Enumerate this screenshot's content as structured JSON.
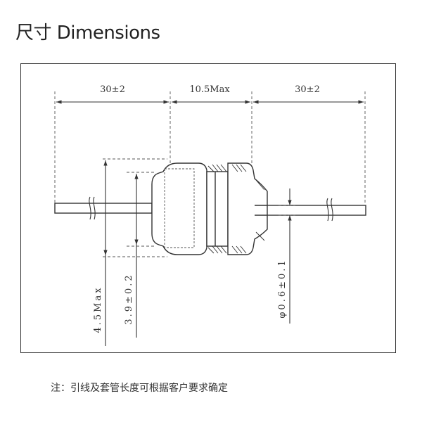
{
  "header": {
    "title": "尺寸 Dimensions"
  },
  "dimensions": {
    "lead_left": "30±2",
    "body_length": "10.5Max",
    "lead_right": "30±2",
    "max_diameter": "4.5Max",
    "body_diameter": "3.9±0.2",
    "lead_diameter": "φ0.6±0.1"
  },
  "note": "注：引线及套管长度可根据客户要求确定",
  "colors": {
    "line": "#333333",
    "background": "#ffffff"
  }
}
